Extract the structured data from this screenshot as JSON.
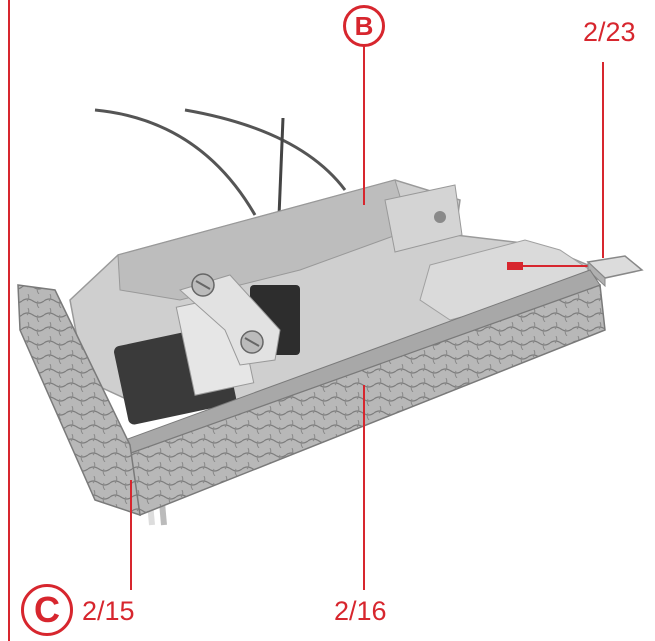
{
  "callouts": {
    "b": "B",
    "c": "C",
    "part_2_23": "2/23",
    "part_2_15": "2/15",
    "part_2_16": "2/16"
  },
  "colors": {
    "accent": "#d7262e",
    "plastic": "#c9c9c9",
    "plastic_dark": "#8f8f8f",
    "wall_texture": "#b5b5b5"
  }
}
